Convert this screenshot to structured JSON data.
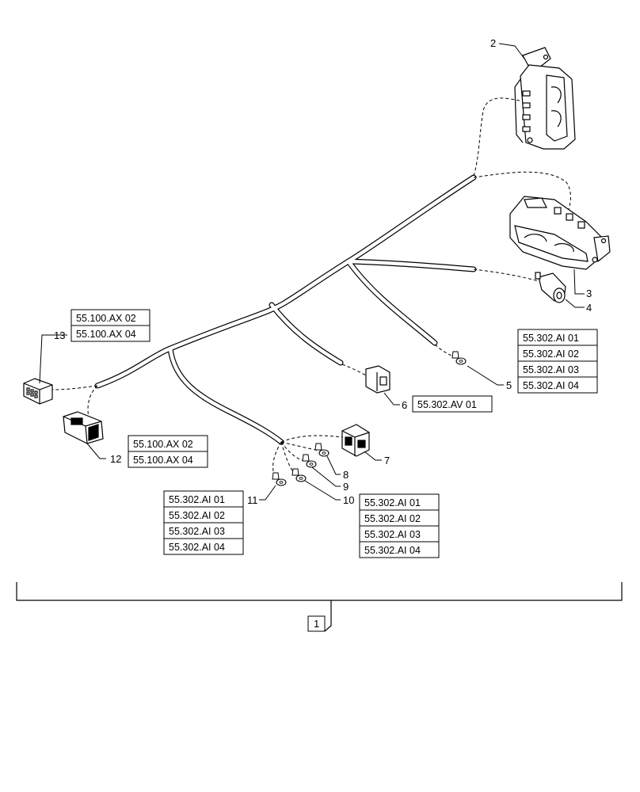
{
  "callouts": {
    "n1": "1",
    "n2": "2",
    "n3": "3",
    "n4": "4",
    "n5": "5",
    "n6": "6",
    "n7": "7",
    "n8": "8",
    "n9": "9",
    "n10": "10",
    "n11": "11",
    "n12": "12",
    "n13": "13"
  },
  "refs": {
    "ref13": [
      "55.100.AX 02",
      "55.100.AX 04"
    ],
    "ref12": [
      "55.100.AX 02",
      "55.100.AX 04"
    ],
    "ref5": [
      "55.302.AI 01",
      "55.302.AI 02",
      "55.302.AI 03",
      "55.302.AI 04"
    ],
    "ref6": [
      "55.302.AV 01"
    ],
    "ref11": [
      "55.302.AI 01",
      "55.302.AI 02",
      "55.302.AI 03",
      "55.302.AI 04"
    ],
    "ref10": [
      "55.302.AI 01",
      "55.302.AI 02",
      "55.302.AI 03",
      "55.302.AI 04"
    ]
  }
}
